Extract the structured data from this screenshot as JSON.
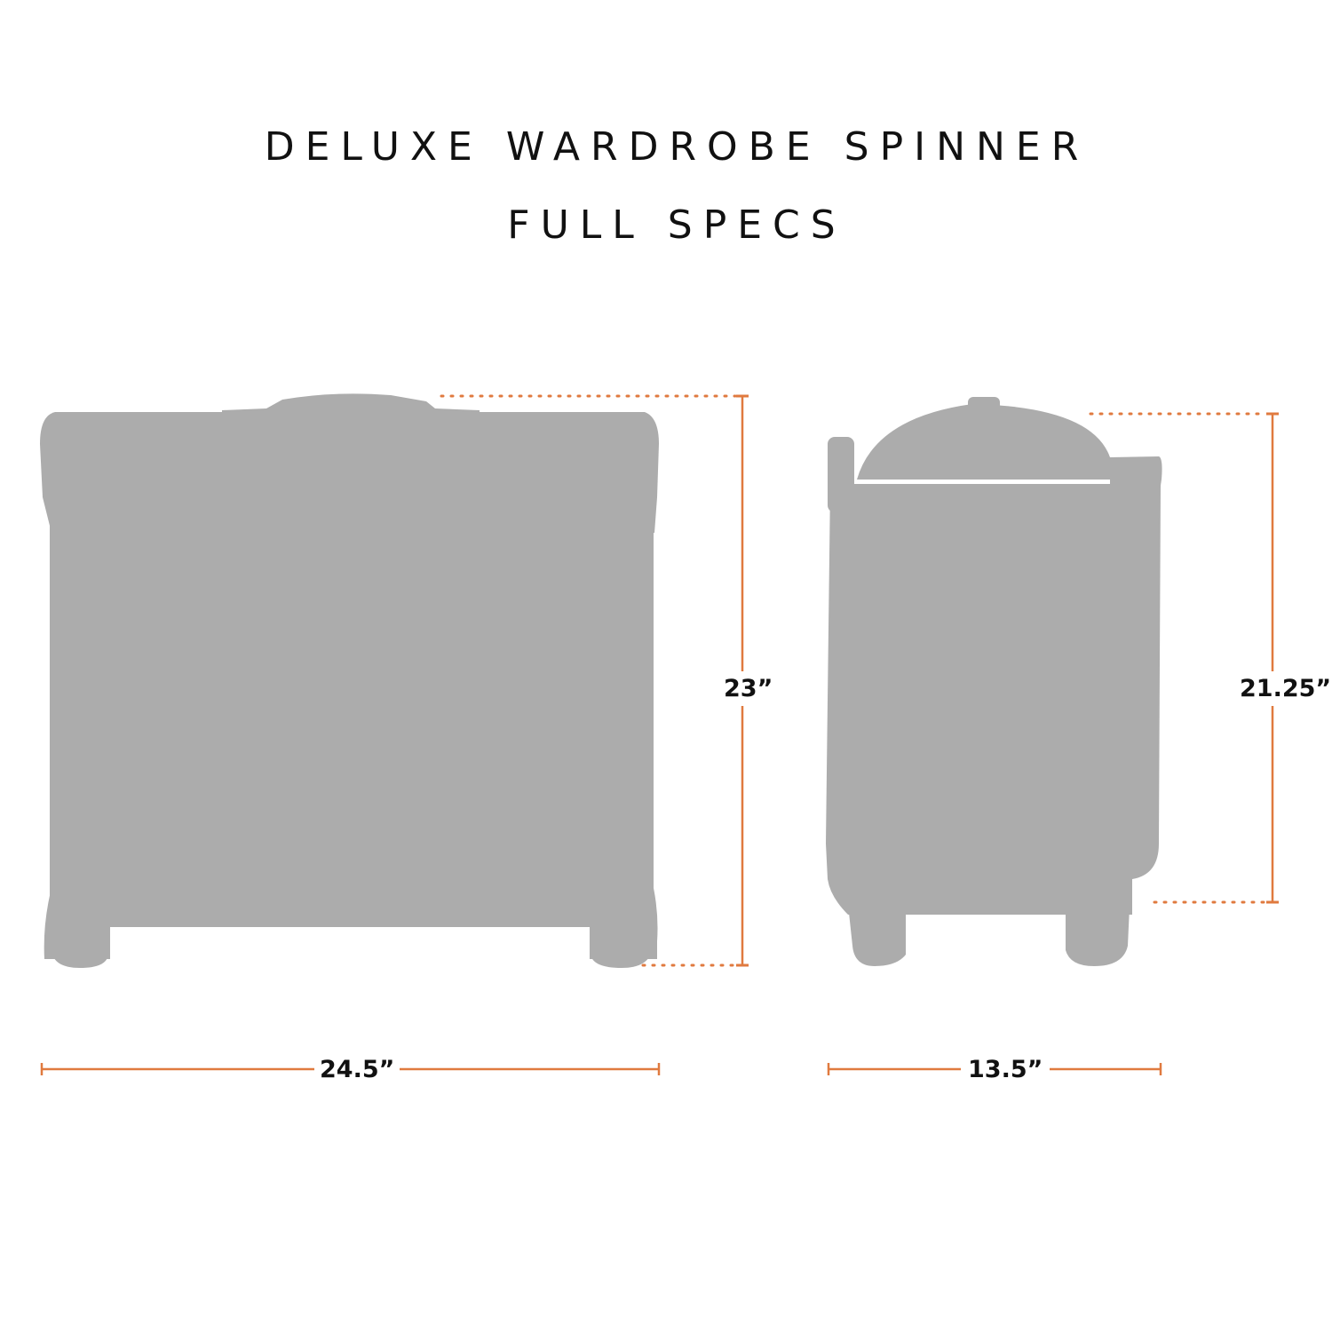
{
  "title": {
    "line1": "DELUXE WARDROBE SPINNER",
    "line2": "FULL SPECS"
  },
  "colors": {
    "background": "#ffffff",
    "silhouette": "#acacac",
    "dimension_line": "#e07a3f",
    "text": "#111111"
  },
  "views": {
    "front": {
      "name": "front-view",
      "height_label": "23”",
      "width_label": "24.5”"
    },
    "side": {
      "name": "side-view",
      "height_label": "21.25”",
      "width_label": "13.5”"
    }
  }
}
